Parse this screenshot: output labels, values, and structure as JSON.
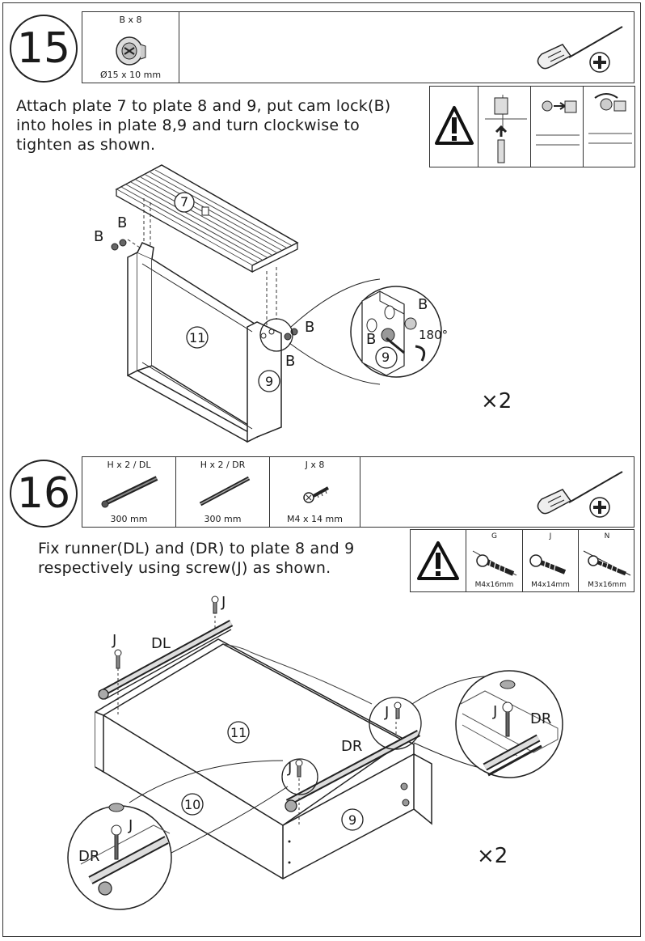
{
  "step15": {
    "number": "15",
    "part": {
      "qty": "B x 8",
      "size": "Ø15 x 10 mm"
    },
    "instruction_lines": [
      "Attach plate 7 to plate 8 and 9, put cam lock(B)",
      "into holes in plate 8,9 and turn clockwise to",
      "tighten as shown."
    ],
    "labels": {
      "plate7": "7",
      "plate11": "11",
      "plate9": "9",
      "detail9": "9",
      "B1": "B",
      "B2": "B",
      "B3": "B",
      "B4": "B",
      "B5": "B",
      "B6": "B",
      "angle": "180°"
    },
    "multiplier": "×2"
  },
  "step16": {
    "number": "16",
    "parts": [
      {
        "qty": "H x 2 / DL",
        "size": "300 mm"
      },
      {
        "qty": "H x 2 / DR",
        "size": "300 mm"
      },
      {
        "qty": "J x 8",
        "size": "M4 x 14 mm"
      }
    ],
    "instruction_lines": [
      "Fix runner(DL) and (DR) to plate 8 and 9",
      "respectively using screw(J) as shown."
    ],
    "screws": [
      {
        "code": "G",
        "size": "M4x16mm"
      },
      {
        "code": "J",
        "size": "M4x14mm"
      },
      {
        "code": "N",
        "size": "M3x16mm"
      }
    ],
    "labels": {
      "J1": "J",
      "J2": "J",
      "J3": "J",
      "J4": "J",
      "J5": "J",
      "J6": "J",
      "DL": "DL",
      "DR1": "DR",
      "DR2": "DR",
      "DR3": "DR",
      "plate11": "11",
      "plate10": "10",
      "plate9": "9"
    },
    "multiplier": "×2"
  }
}
